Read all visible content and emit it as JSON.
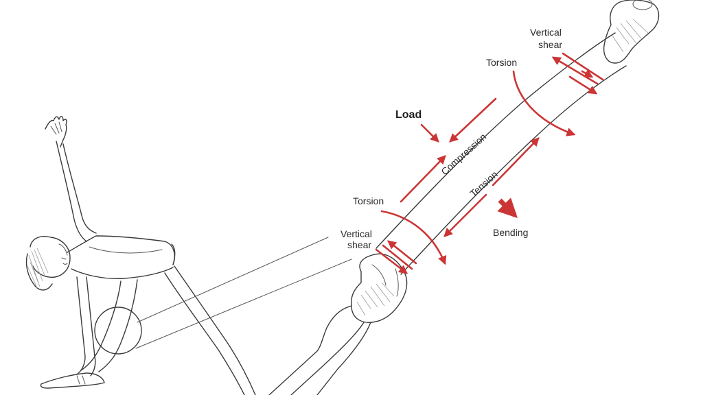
{
  "labels": {
    "vertical_shear_top_line1": "Vertical",
    "vertical_shear_top_line2": "shear",
    "torsion_top": "Torsion",
    "load": "Load",
    "compression": "Compression",
    "tension": "Tension",
    "torsion_bottom": "Torsion",
    "bending": "Bending",
    "vertical_shear_bottom_line1": "Vertical",
    "vertical_shear_bottom_line2": "shear"
  },
  "colors": {
    "arrow": "#cc3535",
    "line_art": "#3a3a3a",
    "background": "#ffffff"
  }
}
